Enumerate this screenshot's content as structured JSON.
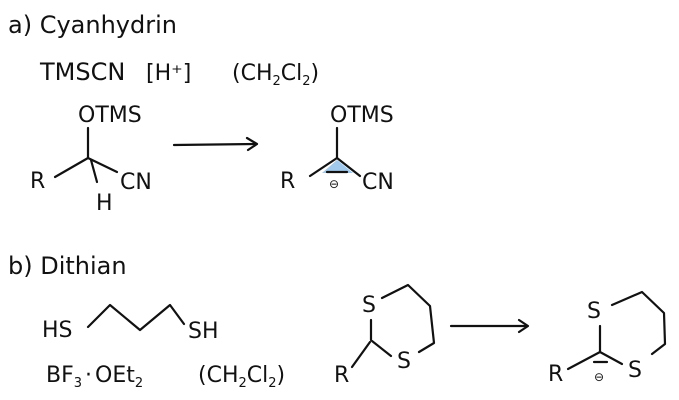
{
  "colors": {
    "ink": "#111111",
    "highlight": "#8fbfe8",
    "background": "#ffffff"
  },
  "section_a": {
    "heading": "a) Cyanhydrin",
    "reagents": {
      "tmscn": "TMSCN",
      "acid": "[H⁺]",
      "solvent_open": "(CH",
      "solvent_sub1": "2",
      "solvent_mid": "Cl",
      "solvent_sub2": "2",
      "solvent_close": ")"
    },
    "reactant": {
      "top_group": "OTMS",
      "left_group": "R",
      "right_group": "CN",
      "bottom_group": "H"
    },
    "product": {
      "top_group": "OTMS",
      "left_group": "R",
      "right_group": "CN",
      "charge": "⊖"
    }
  },
  "section_b": {
    "heading": "b) Dithian",
    "dithiol": {
      "left": "HS",
      "right": "SH"
    },
    "reagents": {
      "lewis_acid": "BF",
      "lewis_sub": "3",
      "dot": "·",
      "ether": "OEt",
      "ether_sub": "2",
      "solvent_open": "(CH",
      "solvent_sub1": "2",
      "solvent_mid": "Cl",
      "solvent_sub2": "2",
      "solvent_close": ")"
    },
    "reactant": {
      "sulfur_top": "S",
      "sulfur_bottom": "S",
      "substituent": "R"
    },
    "product": {
      "sulfur_top": "S",
      "sulfur_bottom": "S",
      "substituent": "R",
      "charge": "⊖"
    }
  }
}
